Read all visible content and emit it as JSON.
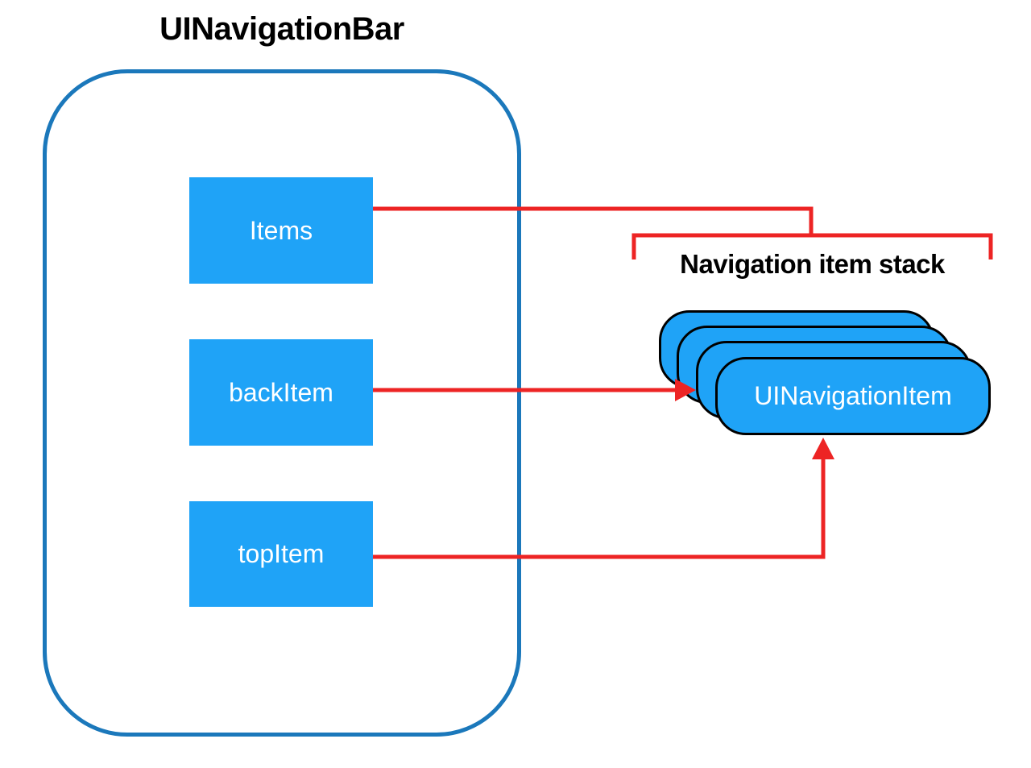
{
  "diagram": {
    "navbar": {
      "title": "UINavigationBar",
      "items": [
        {
          "label": "Items"
        },
        {
          "label": "backItem"
        },
        {
          "label": "topItem"
        }
      ]
    },
    "stack": {
      "label": "Navigation item stack",
      "card_label": "UINavigationItem",
      "card_count": 4
    },
    "connections": [
      {
        "from": "Items",
        "to": "Navigation item stack",
        "style": "bracket"
      },
      {
        "from": "backItem",
        "to": "UINavigationItem stack",
        "style": "arrow"
      },
      {
        "from": "topItem",
        "to": "UINavigationItem front card",
        "style": "arrow"
      }
    ],
    "colors": {
      "box_fill": "#1FA3F7",
      "navbar_border": "#1B78BB",
      "arrow_red": "#ED2424",
      "card_border": "#000000",
      "text_light": "#FFFFFF",
      "text_dark": "#000000",
      "background": "#FFFFFF"
    }
  }
}
